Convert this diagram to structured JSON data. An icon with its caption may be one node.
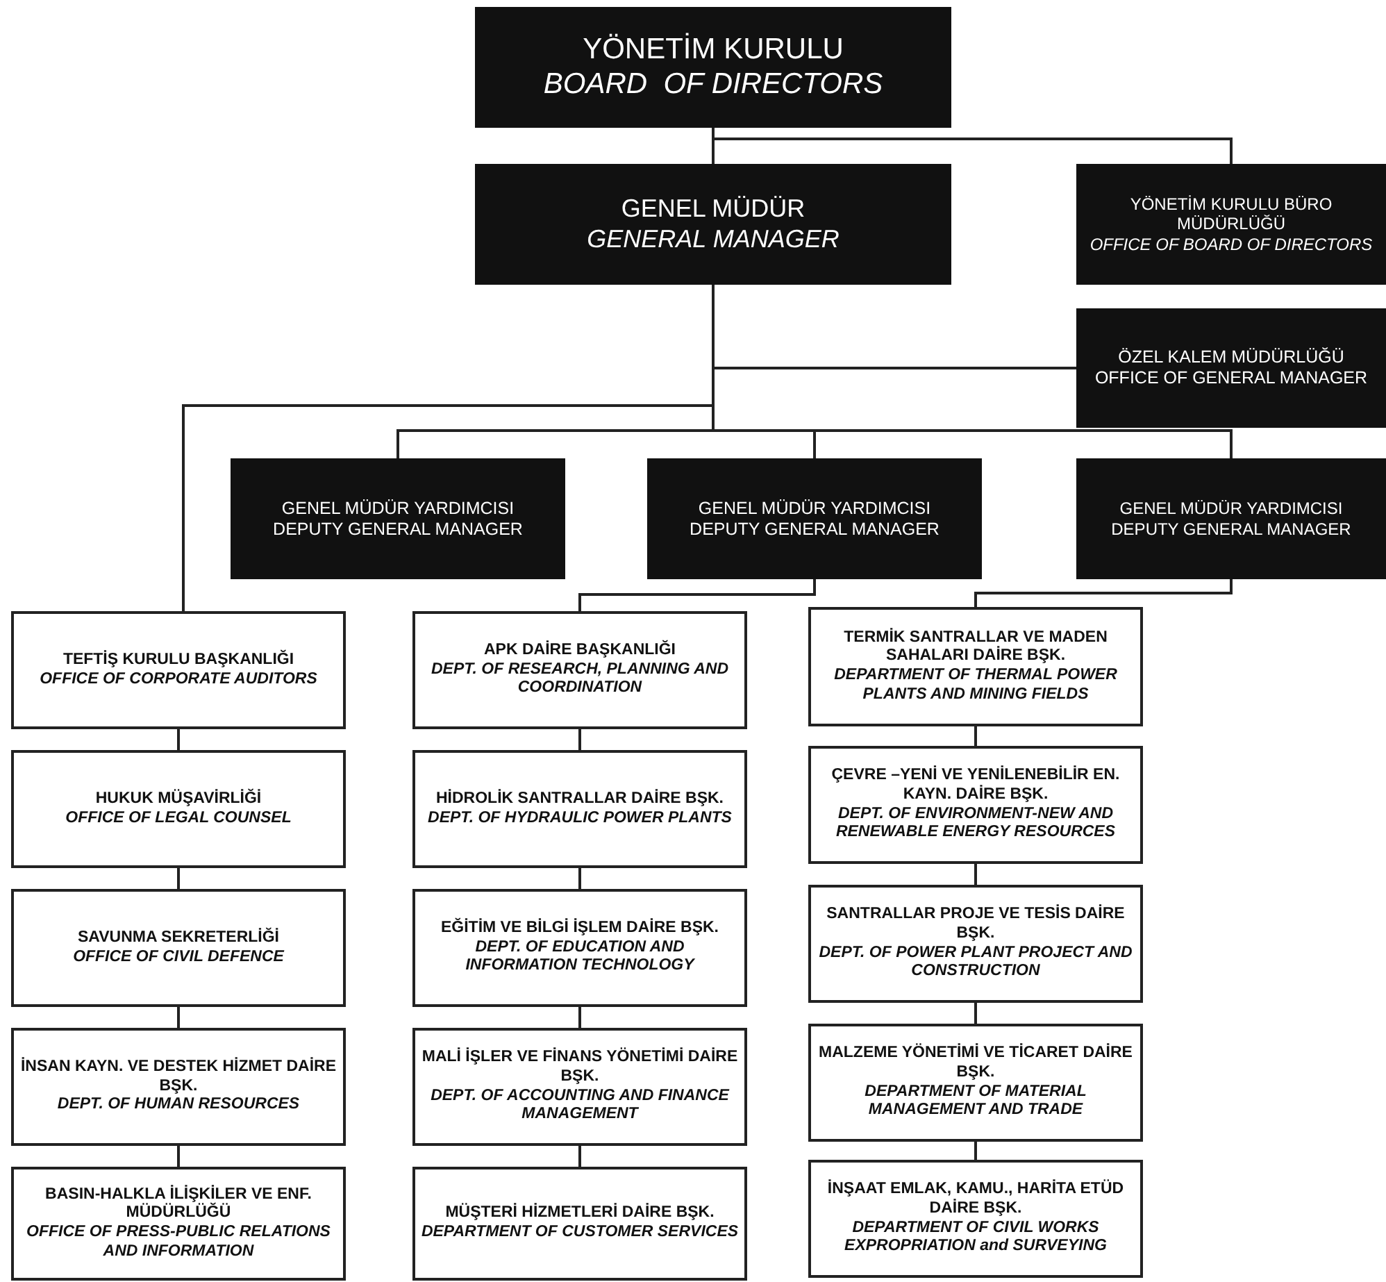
{
  "diagram": {
    "nodes": [
      {
        "text": [
          "YÖNETİM KURULU",
          "BOARD  OF DIRECTORS"
        ]
      },
      {
        "text": [
          "GENEL MÜDÜR",
          "GENERAL MANAGER"
        ]
      },
      {
        "text": [
          "YÖNETİM KURULU BÜRO MÜDÜRLÜĞÜ",
          "OFFICE OF BOARD OF DIRECTORS"
        ]
      },
      {
        "text": [
          "ÖZEL KALEM MÜDÜRLÜĞÜ",
          "OFFICE OF GENERAL MANAGER"
        ]
      },
      {
        "text": [
          "GENEL MÜDÜR YARDIMCISI",
          "DEPUTY GENERAL MANAGER"
        ]
      },
      {
        "text": [
          "GENEL MÜDÜR YARDIMCISI",
          "DEPUTY GENERAL MANAGER"
        ]
      },
      {
        "text": [
          "GENEL MÜDÜR YARDIMCISI",
          "DEPUTY GENERAL MANAGER"
        ]
      },
      {
        "text": [
          "TEFTİŞ KURULU BAŞKANLIĞI",
          "OFFICE OF CORPORATE AUDITORS"
        ]
      },
      {
        "text": [
          "HUKUK MÜŞAVİRLİĞİ",
          "OFFICE OF LEGAL COUNSEL"
        ]
      },
      {
        "text": [
          "SAVUNMA SEKRETERLİĞİ",
          "OFFICE OF CIVIL DEFENCE"
        ]
      },
      {
        "text": [
          "İNSAN KAYN. VE DESTEK HİZMET DAİRE BŞK.",
          "DEPT. OF HUMAN RESOURCES"
        ]
      },
      {
        "text": [
          "BASIN-HALKLA İLİŞKİLER VE ENF. MÜDÜRLÜĞÜ",
          "OFFICE OF PRESS-PUBLIC RELATIONS AND INFORMATION"
        ]
      },
      {
        "text": [
          "APK DAİRE BAŞKANLIĞI",
          "DEPT. OF RESEARCH, PLANNING AND COORDINATION"
        ]
      },
      {
        "text": [
          "HİDROLİK SANTRALLAR DAİRE BŞK.",
          "DEPT. OF HYDRAULIC POWER PLANTS"
        ]
      },
      {
        "text": [
          "EĞİTİM VE BİLGİ İŞLEM DAİRE BŞK.",
          "DEPT. OF EDUCATION AND INFORMATION TECHNOLOGY"
        ]
      },
      {
        "text": [
          "MALİ İŞLER VE FİNANS YÖNETİMİ DAİRE BŞK.",
          "DEPT. OF ACCOUNTING AND FINANCE MANAGEMENT"
        ]
      },
      {
        "text": [
          "MÜŞTERİ HİZMETLERİ DAİRE BŞK.",
          "DEPARTMENT OF CUSTOMER SERVICES"
        ]
      },
      {
        "text": [
          "TERMİK SANTRALLAR VE MADEN SAHALARI DAİRE BŞK.",
          "DEPARTMENT OF THERMAL POWER PLANTS AND MINING FIELDS"
        ]
      },
      {
        "text": [
          "ÇEVRE –YENİ VE YENİLENEBİLİR EN. KAYN. DAİRE BŞK.",
          "DEPT. OF ENVIRONMENT-NEW AND RENEWABLE ENERGY RESOURCES"
        ]
      },
      {
        "text": [
          "SANTRALLAR PROJE VE TESİS DAİRE BŞK.",
          "DEPT. OF POWER PLANT PROJECT AND CONSTRUCTION"
        ]
      },
      {
        "text": [
          "MALZEME YÖNETİMİ VE TİCARET DAİRE BŞK.",
          "DEPARTMENT OF MATERIAL MANAGEMENT AND TRADE"
        ]
      },
      {
        "text": [
          "İNŞAAT EMLAK, KAMU., HARİTA ETÜD DAİRE BŞK.",
          "DEPARTMENT OF CIVIL WORKS EXPROPRIATION and SURVEYING"
        ]
      }
    ],
    "edges": [
      {
        "from": 0,
        "to": 1,
        "arrow": "none"
      },
      {
        "from": 0,
        "to": 2,
        "arrow": "none"
      },
      {
        "from": 1,
        "to": 3,
        "arrow": "none"
      },
      {
        "from": 1,
        "to": 7,
        "arrow": "none"
      },
      {
        "from": 1,
        "to": 4,
        "arrow": "none"
      },
      {
        "from": 1,
        "to": 5,
        "arrow": "none"
      },
      {
        "from": 1,
        "to": 6,
        "arrow": "none"
      },
      {
        "from": 7,
        "to": 8,
        "arrow": "none"
      },
      {
        "from": 8,
        "to": 9,
        "arrow": "none"
      },
      {
        "from": 9,
        "to": 10,
        "arrow": "none"
      },
      {
        "from": 10,
        "to": 11,
        "arrow": "none"
      },
      {
        "from": 5,
        "to": 12,
        "arrow": "none"
      },
      {
        "from": 12,
        "to": 13,
        "arrow": "none"
      },
      {
        "from": 13,
        "to": 14,
        "arrow": "none"
      },
      {
        "from": 14,
        "to": 15,
        "arrow": "none"
      },
      {
        "from": 15,
        "to": 16,
        "arrow": "none"
      },
      {
        "from": 6,
        "to": 17,
        "arrow": "none"
      },
      {
        "from": 17,
        "to": 18,
        "arrow": "none"
      },
      {
        "from": 18,
        "to": 19,
        "arrow": "none"
      },
      {
        "from": 19,
        "to": 20,
        "arrow": "none"
      },
      {
        "from": 20,
        "to": 21,
        "arrow": "none"
      }
    ]
  }
}
